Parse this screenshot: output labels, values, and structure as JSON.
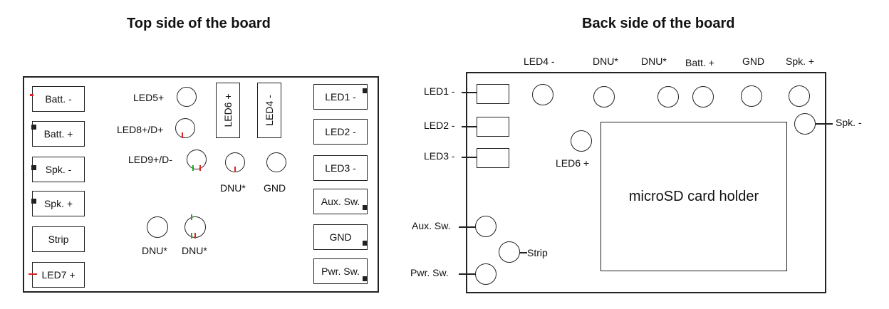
{
  "top_view": {
    "title": "Top side of the board",
    "pads": {
      "batt_minus": "Batt. -",
      "batt_plus": "Batt. +",
      "spk_minus": "Spk. -",
      "spk_plus": "Spk. +",
      "strip": "Strip",
      "led7_plus": "LED7 +",
      "led1_minus": "LED1 -",
      "led2_minus": "LED2 -",
      "led3_minus": "LED3 -",
      "aux_sw": "Aux. Sw.",
      "gnd": "GND",
      "pwr_sw": "Pwr. Sw.",
      "led6_plus": "LED6 +",
      "led4_minus": "LED4 -"
    },
    "holes": {
      "led5_plus": "LED5+",
      "led8": "LED8+/D+",
      "led9": "LED9+/D-",
      "dnu_a": "DNU*",
      "gnd": "GND",
      "dnu_b": "DNU*",
      "dnu_c": "DNU*"
    }
  },
  "back_view": {
    "title": "Back side of the board",
    "top_labels": {
      "led4_minus": "LED4 -",
      "dnu_a": "DNU*",
      "dnu_b": "DNU*",
      "batt_plus": "Batt. +",
      "gnd": "GND",
      "spk_plus": "Spk. +"
    },
    "left_labels": {
      "led1_minus": "LED1 -",
      "led2_minus": "LED2 -",
      "led3_minus": "LED3 -",
      "aux_sw": "Aux. Sw.",
      "pwr_sw": "Pwr. Sw."
    },
    "spk_minus": "Spk. -",
    "led6_plus": "LED6 +",
    "strip": "Strip",
    "card_holder": "microSD card holder"
  }
}
